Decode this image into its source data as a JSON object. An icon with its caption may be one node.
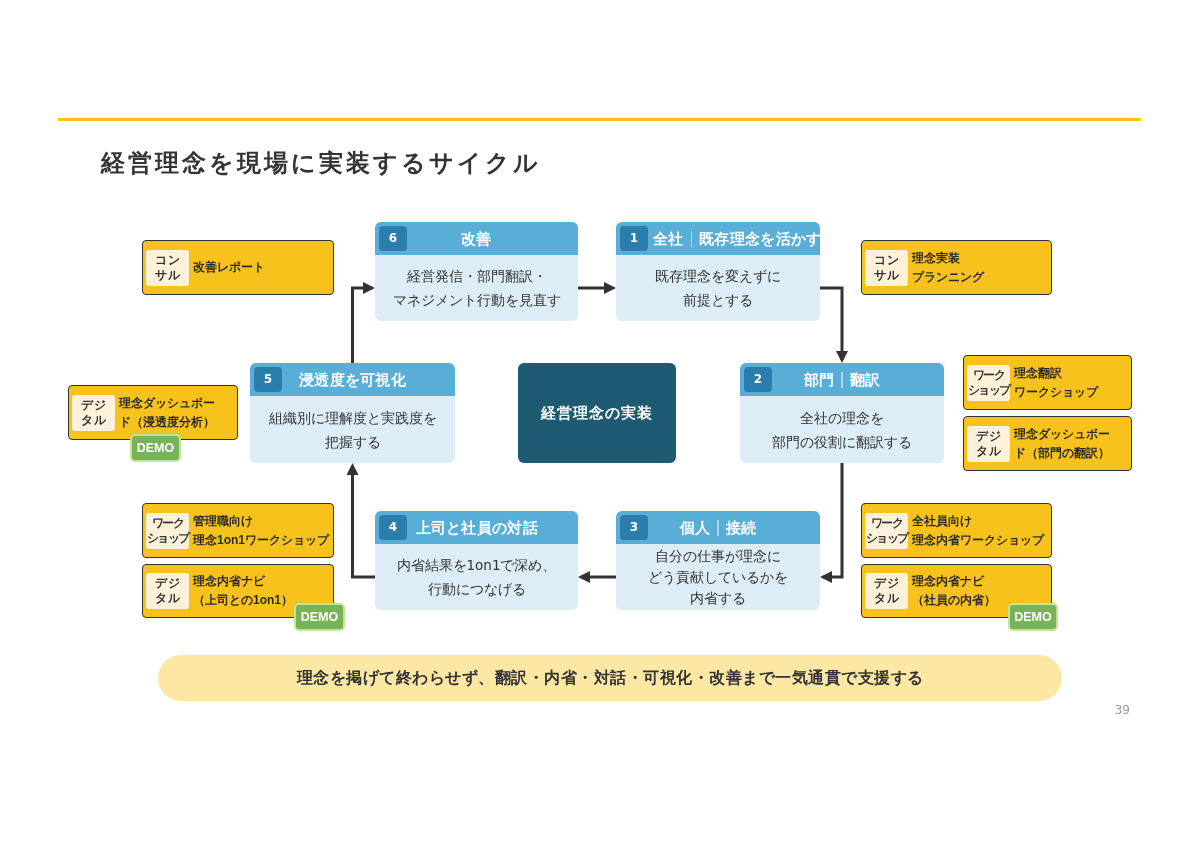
{
  "diagram": {
    "title": "経営理念を現場に実装するサイクル",
    "nodes": [
      {
        "text": [
          "コンサル",
          "改善レポート"
        ]
      },
      {
        "text": [
          "6",
          "改善",
          "経営発信・部門翻訳・マネジメント行動を見直す"
        ]
      },
      {
        "text": [
          "1",
          "全社",
          "既存理念を活かす",
          "既存理念を変えずに前提とする"
        ]
      },
      {
        "text": [
          "コンサル",
          "理念実装プランニング"
        ]
      },
      {
        "text": [
          "デジタル",
          "理念ダッシュボード（浸透度分析）"
        ]
      },
      {
        "text": [
          "DEMO"
        ]
      },
      {
        "text": [
          "5",
          "浸透度を可視化",
          "組織別に理解度と実践度を把握する"
        ]
      },
      {
        "text": [
          "経営理念の実装"
        ]
      },
      {
        "text": [
          "2",
          "部門",
          "翻訳",
          "全社の理念を部門の役割に翻訳する"
        ]
      },
      {
        "text": [
          "ワークショップ",
          "理念翻訳ワークショップ"
        ]
      },
      {
        "text": [
          "デジタル",
          "理念ダッシュボード（部門の翻訳）"
        ]
      },
      {
        "text": [
          "ワークショップ",
          "管理職向け理念1on1ワークショップ"
        ]
      },
      {
        "text": [
          "デジタル",
          "理念内省ナビ（上司との1on1）"
        ]
      },
      {
        "text": [
          "DEMO"
        ]
      },
      {
        "text": [
          "4",
          "上司と社員の対話",
          "内省結果を1on1で深め、行動につなげる"
        ]
      },
      {
        "text": [
          "3",
          "個人",
          "接続",
          "自分の仕事が理念にどう貢献しているかを内省する"
        ]
      },
      {
        "text": [
          "ワークショップ",
          "全社員向け理念内省ワークショップ"
        ]
      },
      {
        "text": [
          "デジタル",
          "理念内省ナビ（社員の内省）"
        ]
      },
      {
        "text": [
          "DEMO"
        ]
      },
      {
        "text": [
          "理念を掲げて終わらせず、翻訳・内省・対話・可視化・改善まで一気通貫で支援する"
        ]
      }
    ],
    "edges": [
      {
        "from": 1,
        "to": 2,
        "arrow": "to"
      },
      {
        "from": 2,
        "to": 8,
        "arrow": "to"
      },
      {
        "from": 8,
        "to": 15,
        "arrow": "to"
      },
      {
        "from": 15,
        "to": 14,
        "arrow": "to"
      },
      {
        "from": 14,
        "to": 6,
        "arrow": "to"
      },
      {
        "from": 6,
        "to": 1,
        "arrow": "to"
      }
    ],
    "labels": [
      "39"
    ]
  }
}
